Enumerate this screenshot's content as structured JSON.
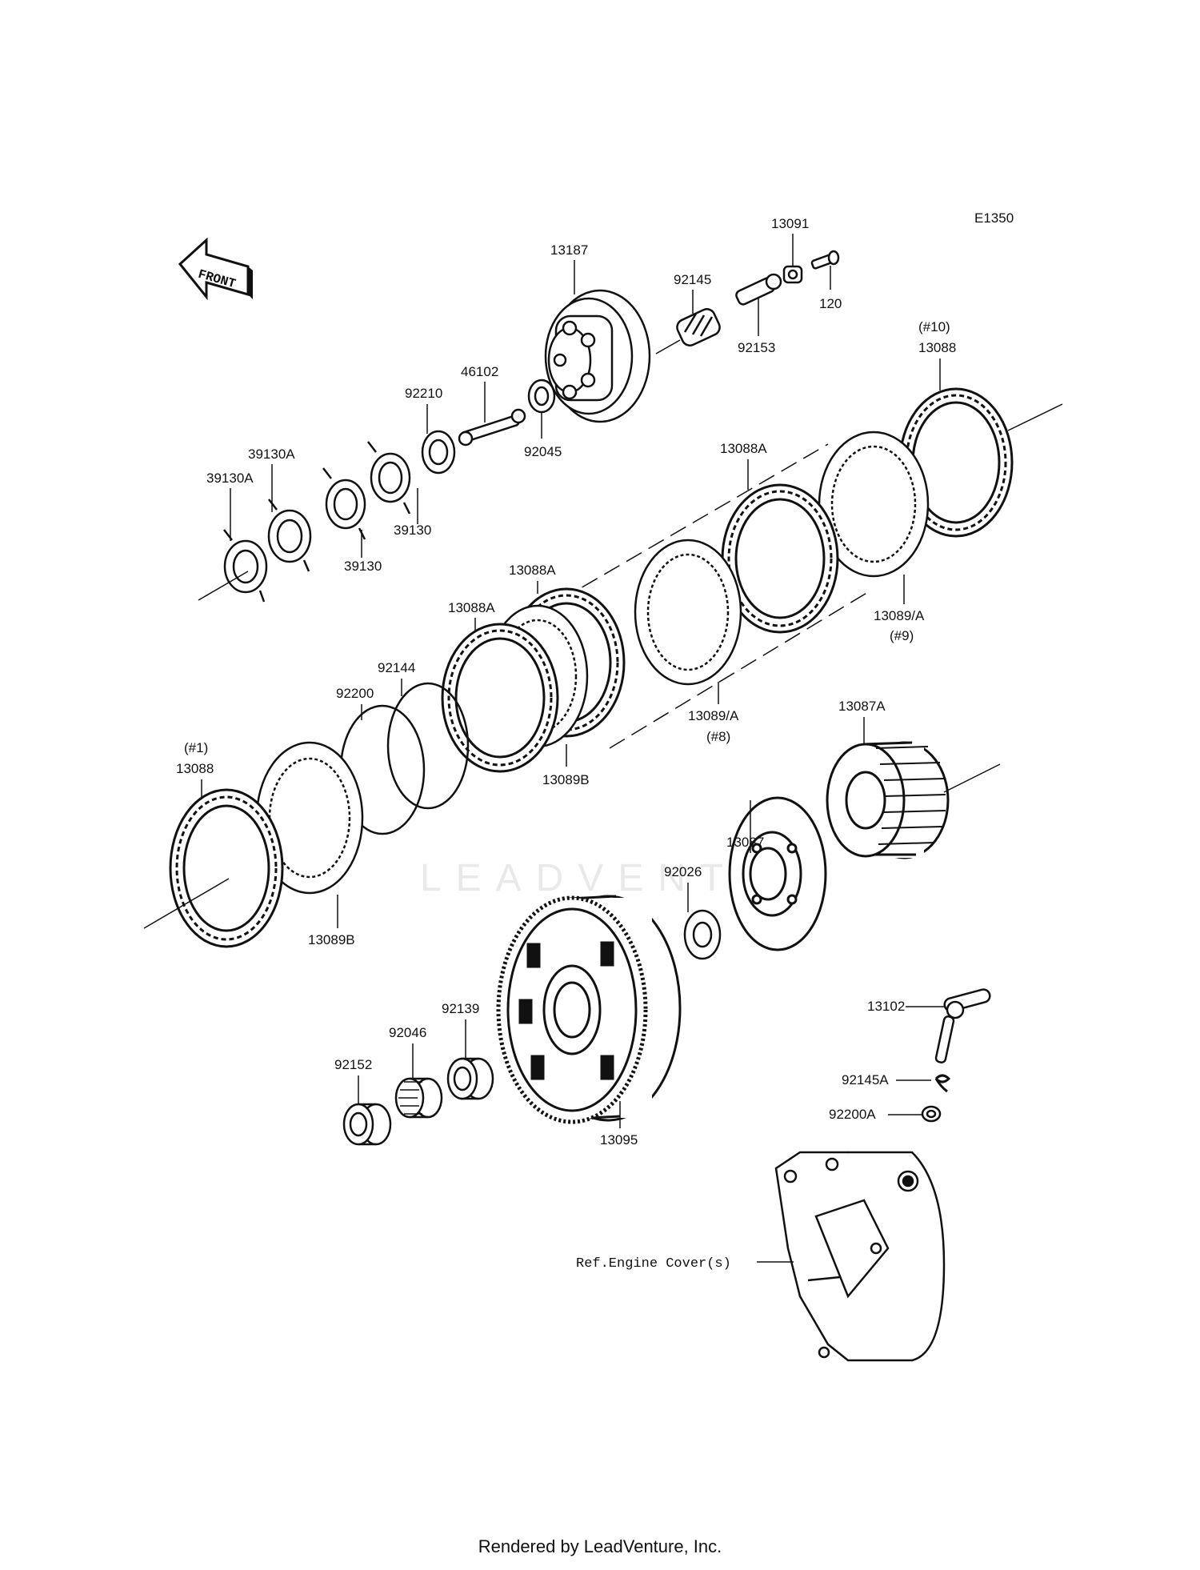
{
  "diagram_code": "E1350",
  "front_label": "FRONT",
  "watermark": "LEADVENTU",
  "footer": "Rendered by LeadVenture, Inc.",
  "parts": {
    "p13187": "13187",
    "p13091": "13091",
    "p120": "120",
    "p92145": "92145",
    "p92153": "92153",
    "p46102": "46102",
    "p92210": "92210",
    "p92045": "92045",
    "p39130A_1": "39130A",
    "p39130A_2": "39130A",
    "p39130_1": "39130",
    "p39130_2": "39130",
    "p13088_10_tag": "(#10)",
    "p13088_10": "13088",
    "p13088A_top": "13088A",
    "p13088A_mid": "13088A",
    "p13088A_left": "13088A",
    "p13089A_9": "13089/A",
    "p13089A_9_tag": "(#9)",
    "p13089A_8": "13089/A",
    "p13089A_8_tag": "(#8)",
    "p92144": "92144",
    "p92200": "92200",
    "p13089B_mid": "13089B",
    "p13088_1_tag": "(#1)",
    "p13088_1": "13088",
    "p13089B_left": "13089B",
    "p13087A": "13087A",
    "p13087": "13087",
    "p92026": "92026",
    "p13095": "13095",
    "p92139": "92139",
    "p92046": "92046",
    "p92152": "92152",
    "p13102": "13102",
    "p92145A": "92145A",
    "p92200A": "92200A",
    "ref_engine_cover": "Ref.Engine Cover(s)"
  }
}
